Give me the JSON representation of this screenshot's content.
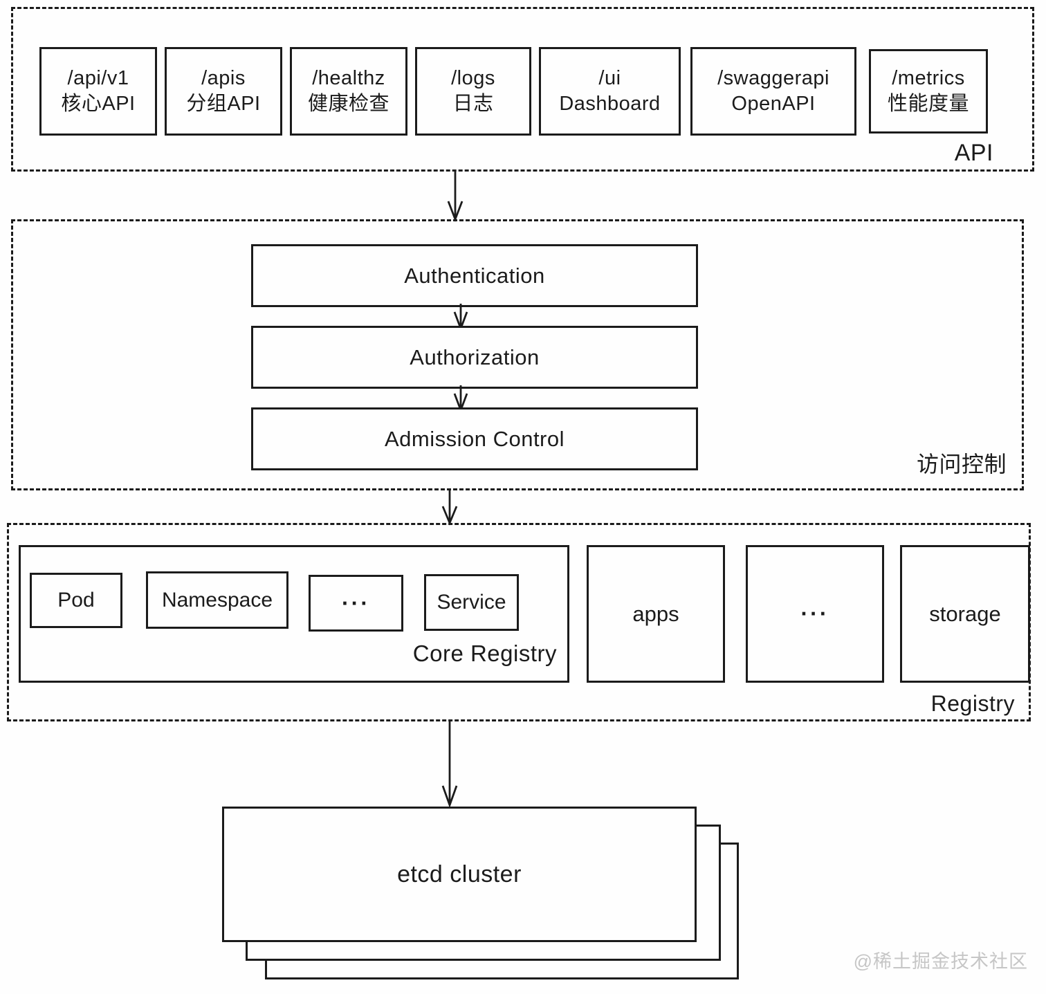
{
  "diagram": {
    "api": {
      "label": "API",
      "boxes": [
        {
          "line1": "/api/v1",
          "line2": "核心API"
        },
        {
          "line1": "/apis",
          "line2": "分组API"
        },
        {
          "line1": "/healthz",
          "line2": "健康检查"
        },
        {
          "line1": "/logs",
          "line2": "日志"
        },
        {
          "line1": "/ui",
          "line2": "Dashboard"
        },
        {
          "line1": "/swaggerapi",
          "line2": "OpenAPI"
        },
        {
          "line1": "/metrics",
          "line2": "性能度量"
        }
      ]
    },
    "access_control": {
      "label": "访问控制",
      "steps": [
        "Authentication",
        "Authorization",
        "Admission Control"
      ]
    },
    "registry": {
      "label": "Registry",
      "core_registry": {
        "label": "Core Registry",
        "items": [
          "Pod",
          "Namespace",
          "···",
          "Service"
        ]
      },
      "groups": [
        "apps",
        "···",
        "storage"
      ]
    },
    "etcd": {
      "label": "etcd cluster"
    },
    "watermark": "@稀土掘金技术社区"
  },
  "colors": {
    "line": "#1b1b1b",
    "background": "#fefefe",
    "watermark": "#c6c6c6"
  }
}
